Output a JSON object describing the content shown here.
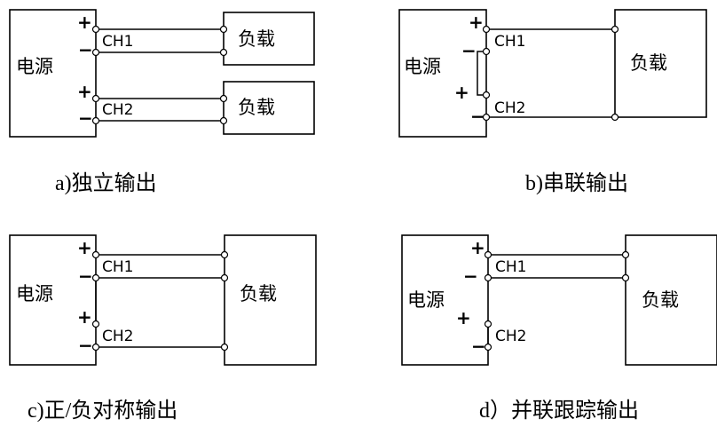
{
  "power_label": "电源",
  "load_label": "负载",
  "ch1_label": "CH1",
  "ch2_label": "CH2",
  "plus": "+",
  "minus": "−",
  "captions": {
    "a": "a)独立输出",
    "b": "b)串联输出",
    "c": "c)正/负对称输出",
    "d": "d）并联跟踪输出"
  }
}
